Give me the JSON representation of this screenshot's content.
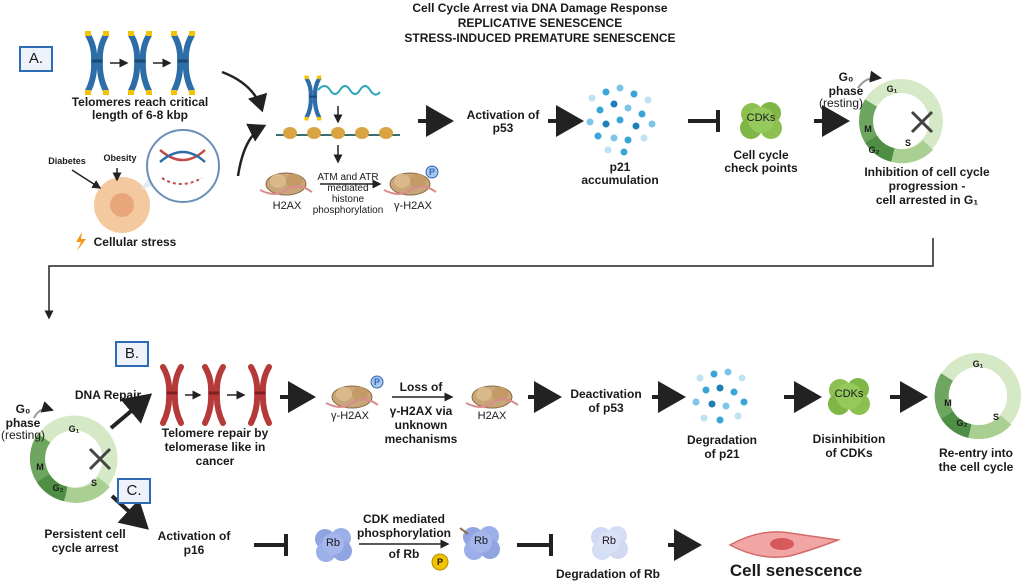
{
  "title": {
    "line1": "Cell Cycle Arrest via DNA Damage Response",
    "line2": "REPLICATIVE  SENESCENCE",
    "line3": "STRESS-INDUCED PREMATURE SENESCENCE"
  },
  "section_a": {
    "label": "A.",
    "telomeres_line1": "Telomeres reach critical",
    "telomeres_line2": "length of 6-8 kbp",
    "obesity": "Obesity",
    "diabetes": "Diabetes",
    "cellular_stress": "Cellular stress",
    "atm_line1": "ATM and ATR",
    "atm_line2": "mediated",
    "atm_line3": "histone",
    "atm_line4": "phosphorylation",
    "h2ax": "H2AX",
    "gamma_h2ax": "γ-H2AX",
    "p_badge": "P",
    "activation_p53_line1": "Activation of",
    "activation_p53_line2": "p53",
    "p21_line1": "p21",
    "p21_line2": "accumulation",
    "cdks": "CDKs",
    "checkpoints_line1": "Cell cycle",
    "checkpoints_line2": "check points",
    "g0_phase_line1": "G₀",
    "g0_phase_line2": "phase",
    "g0_phase_line3": "(resting)",
    "inhibition_line1": "Inhibition of cell cycle",
    "inhibition_line2": "progression -",
    "inhibition_line3": "cell arrested in G₁"
  },
  "cycle_labels": {
    "g1": "G₁",
    "s": "S",
    "g2": "G₂",
    "m": "M"
  },
  "left_cycle": {
    "g0_line1": "G₀",
    "g0_line2": "phase",
    "g0_line3": "(resting)",
    "dna_repair": "DNA Repair",
    "persistent_line1": "Persistent cell",
    "persistent_line2": "cycle arrest"
  },
  "section_b": {
    "label": "B.",
    "telomere_repair_line1": "Telomere repair by",
    "telomere_repair_line2": "telomerase like in",
    "telomere_repair_line3": "cancer",
    "gamma_h2ax": "γ-H2AX",
    "p_badge": "P",
    "loss_line1": "Loss of",
    "loss_line2": "γ-H2AX via",
    "loss_line3": "unknown",
    "loss_line4": "mechanisms",
    "h2ax": "H2AX",
    "deactivation_line1": "Deactivation",
    "deactivation_line2": "of p53",
    "degradation_p21_line1": "Degradation",
    "degradation_p21_line2": "of p21",
    "cdks": "CDKs",
    "disinhibition_line1": "Disinhibition",
    "disinhibition_line2": "of CDKs",
    "reentry_line1": "Re-entry into",
    "reentry_line2": "the cell cycle"
  },
  "section_c": {
    "label": "C.",
    "activation_p16_line1": "Activation of",
    "activation_p16_line2": "p16",
    "rb": "Rb",
    "cdk_phos_line1": "CDK mediated",
    "cdk_phos_line2": "phosphorylation",
    "cdk_phos_line3": "of Rb",
    "p_badge": "P",
    "degradation_rb": "Degradation of Rb",
    "cell_senescence": "Cell senescence"
  },
  "colors": {
    "section_box_border": "#2d6bb5",
    "chromosome_blue": "#2d6ea8",
    "chromosome_red": "#b53a3a",
    "p21_dots": "#3aa5d8",
    "cdks_green": "#8cc152",
    "cycle_light": "#d6e9c6",
    "cycle_dark": "#4f8f45",
    "rb_blue": "#8fa4e0",
    "badge_yellow": "#f2c400",
    "lightning": "#f29b1a"
  }
}
